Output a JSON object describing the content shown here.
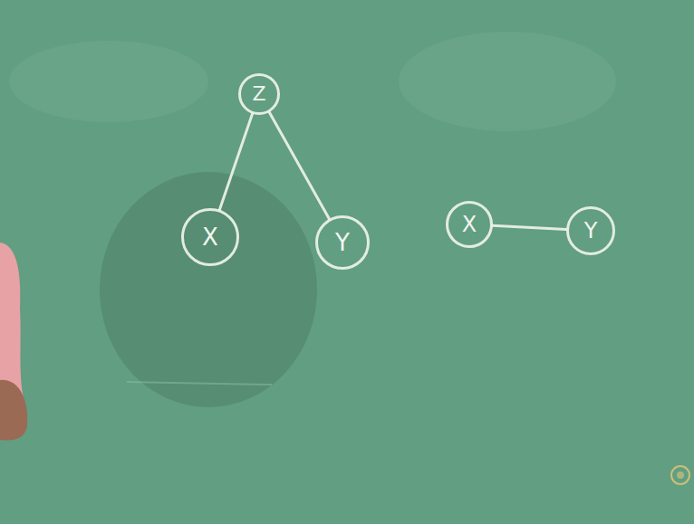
{
  "diagram": {
    "nodes": [
      {
        "text": [
          "Z"
        ]
      },
      {
        "text": [
          "X"
        ]
      },
      {
        "text": [
          "Y"
        ]
      },
      {
        "text": [
          "X"
        ]
      },
      {
        "text": [
          "Y"
        ]
      }
    ],
    "edges": [
      {
        "from": 0,
        "to": 1,
        "arrow": "none"
      },
      {
        "from": 0,
        "to": 2,
        "arrow": "none"
      },
      {
        "from": 3,
        "to": 4,
        "arrow": "none"
      }
    ]
  }
}
